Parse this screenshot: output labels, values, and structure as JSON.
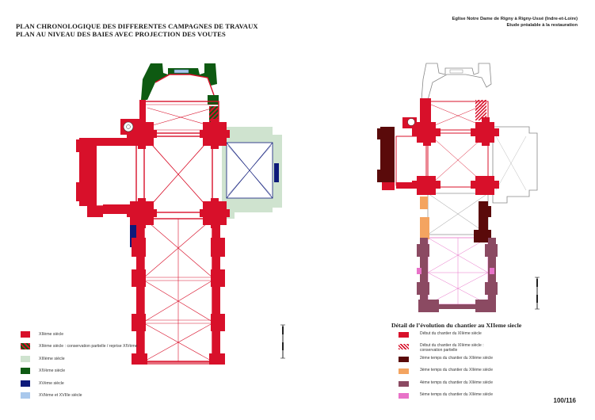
{
  "title": {
    "line1": "PLAN CHRONOLOGIQUE DES DIFFERENTES CAMPAGNES DE TRAVAUX",
    "line2": "PLAN AU NIVEAU DES BAIES AVEC PROJECTION DES VOUTES"
  },
  "header": {
    "line1": "Eglise Notre Dame de Rigny à Rigny-Ussé (Indre-et-Loire)",
    "line2": "Etude préalable à la restauration"
  },
  "colors": {
    "c12": "#d8102a",
    "c13": "#cfe3cf",
    "c14": "#0e5a12",
    "c15": "#0e1a7a",
    "c16_18": "#a9c8ec",
    "d_debut": "#d8102a",
    "d_t2": "#5a0a0a",
    "d_t3": "#f4a460",
    "d_t4": "#8b4a62",
    "d_t5": "#e872c8"
  },
  "legend": [
    {
      "label": "XIIème siècle",
      "color": "#d8102a",
      "pattern": "solid"
    },
    {
      "label": "XIIème siècle : conservation partielle / reprise XIVème",
      "color": "#d8102a",
      "pattern": "mix"
    },
    {
      "label": "XIIIème siècle",
      "color": "#cfe3cf",
      "pattern": "solid"
    },
    {
      "label": "XIVème siècle",
      "color": "#0e5a12",
      "pattern": "solid"
    },
    {
      "label": "XVème siècle",
      "color": "#0e1a7a",
      "pattern": "solid"
    },
    {
      "label": "XVIème et XVIIIe siècle",
      "color": "#a9c8ec",
      "pattern": "solid"
    }
  ],
  "detail": {
    "title": "Détail de l’évolution du chantier au XIIeme siecle",
    "items": [
      {
        "label": "Début du chantier du XIIème siècle",
        "label2": "",
        "color": "#d8102a",
        "pattern": "solid"
      },
      {
        "label": "Début du chantier du XIIème siècle :",
        "label2": "conservation partielle",
        "color": "#d8102a",
        "pattern": "hatch"
      },
      {
        "label": "2ème temps du chantier du XIIème siècle",
        "label2": "",
        "color": "#5a0a0a",
        "pattern": "solid"
      },
      {
        "label": "3ème temps du chantier du XIIème siècle",
        "label2": "",
        "color": "#f4a460",
        "pattern": "solid"
      },
      {
        "label": "4ème temps du chantier du XIIème siècle",
        "label2": "",
        "color": "#8b4a62",
        "pattern": "solid"
      },
      {
        "label": "5ème temps du chantier du XIIème siècle",
        "label2": "",
        "color": "#e872c8",
        "pattern": "solid"
      }
    ]
  },
  "page_number": "100/116"
}
